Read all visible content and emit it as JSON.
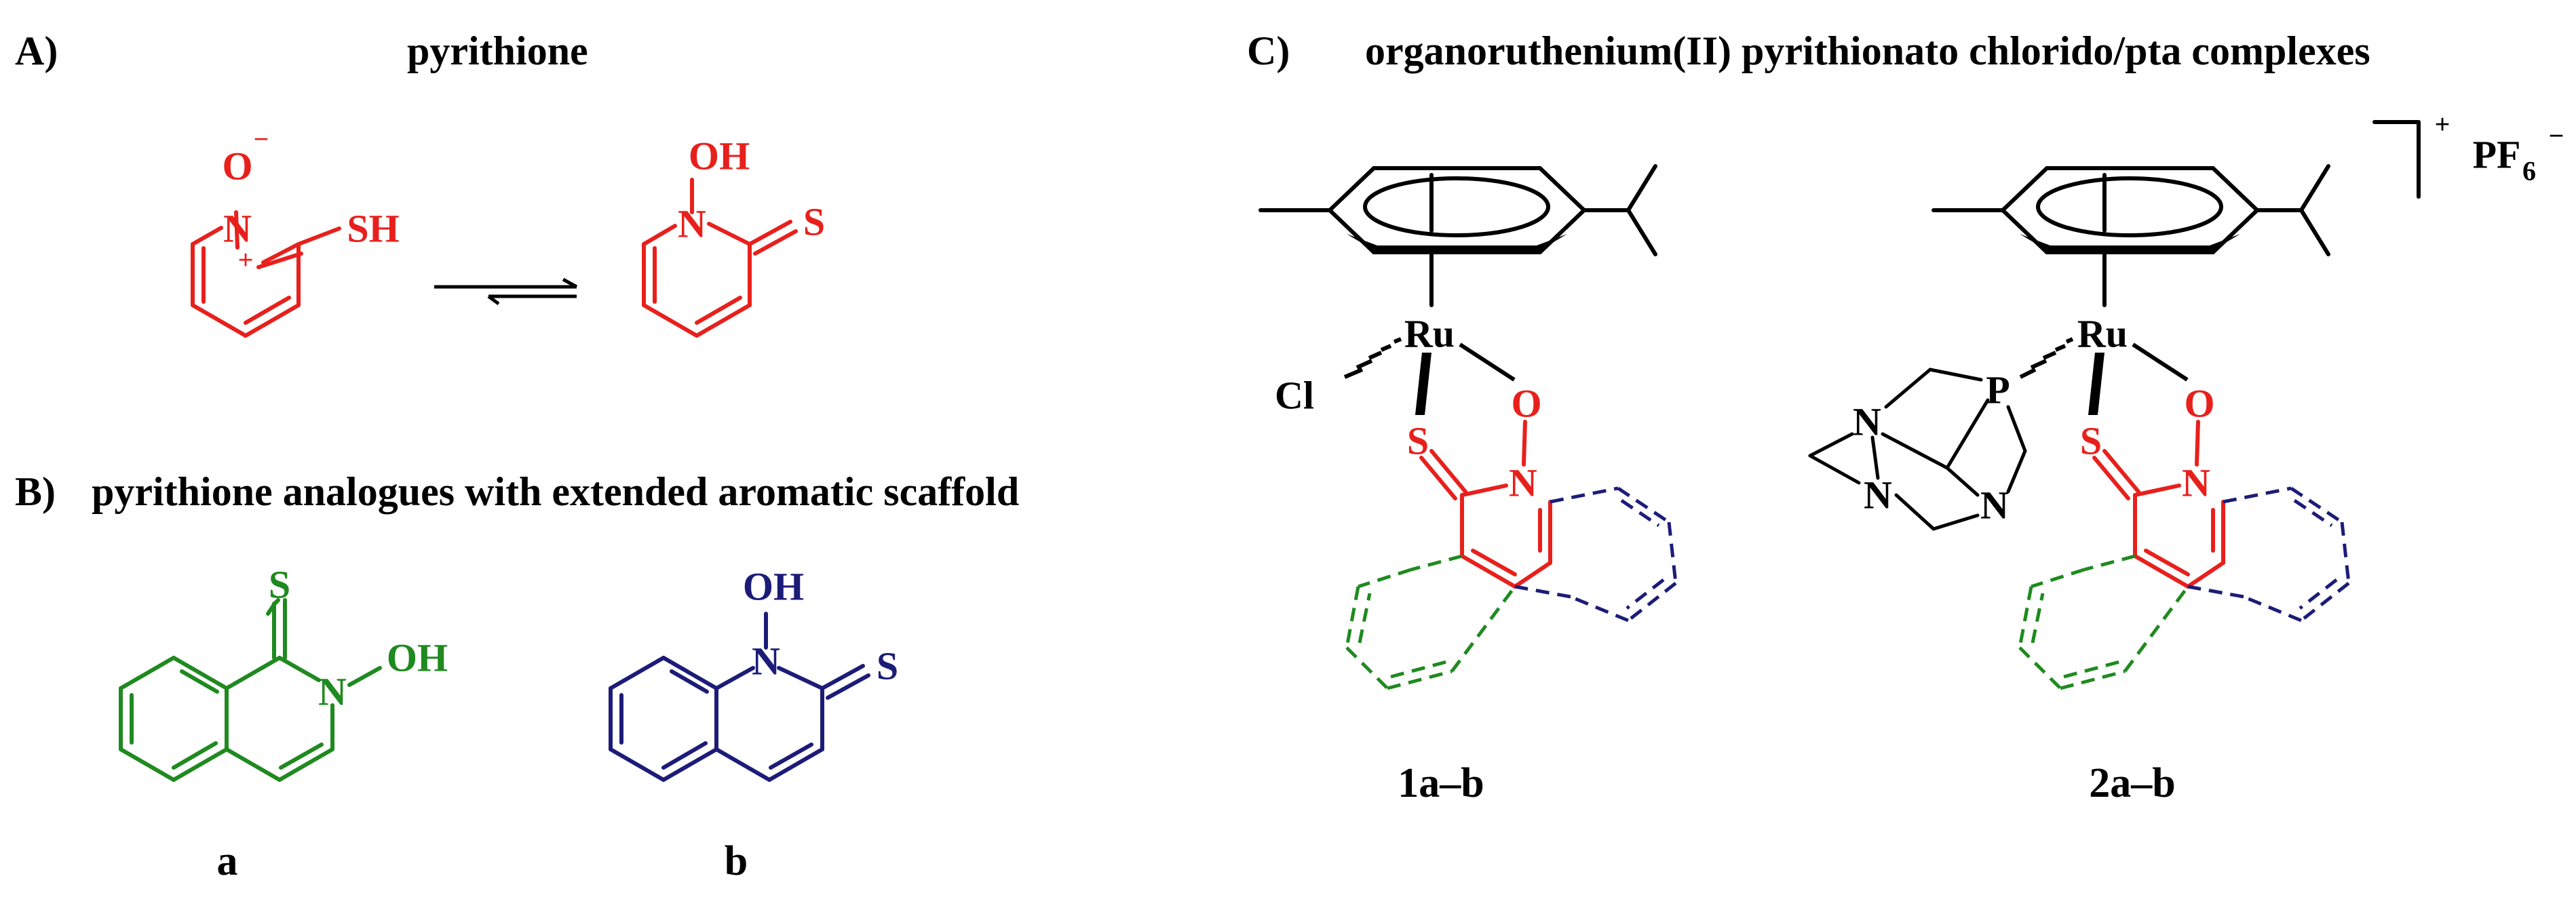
{
  "panels": {
    "A": {
      "letter": "A)",
      "title": "pyrithione"
    },
    "B": {
      "letter": "B)",
      "title": "pyrithione analogues with extended aromatic scaffold"
    },
    "C": {
      "letter": "C)",
      "title": "organoruthenium(II) pyrithionato chlorido/pta complexes"
    }
  },
  "atoms": {
    "O": "O",
    "N": "N",
    "S": "S",
    "SH": "SH",
    "OH": "OH",
    "Ru": "Ru",
    "Cl": "Cl",
    "P": "P",
    "minus": "−",
    "plus": "+",
    "PF": "PF",
    "six": "6"
  },
  "compounds": {
    "a": "a",
    "b": "b",
    "complex_1": "1a–b",
    "complex_2": "2a–b"
  },
  "colors": {
    "pyrithione": "#e8201c",
    "isoquinoline": "#1f8a1f",
    "quinoline": "#1c1c78",
    "ligand": "#000000"
  }
}
